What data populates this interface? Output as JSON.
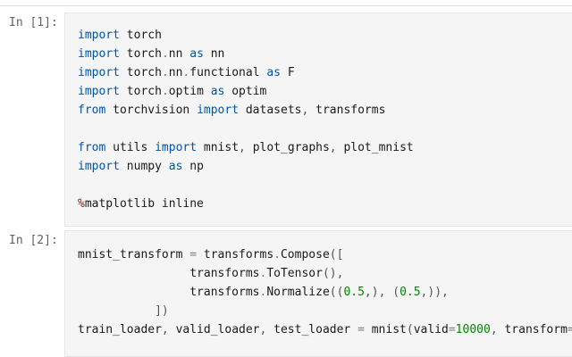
{
  "cells": [
    {
      "prompt": "In [1]:",
      "lines": [
        [
          {
            "t": "import",
            "c": "kw"
          },
          {
            "t": " torch",
            "c": "nm"
          }
        ],
        [
          {
            "t": "import",
            "c": "kw"
          },
          {
            "t": " torch",
            "c": "nm"
          },
          {
            "t": ".",
            "c": "op"
          },
          {
            "t": "nn ",
            "c": "nm"
          },
          {
            "t": "as",
            "c": "kw"
          },
          {
            "t": " nn",
            "c": "nm"
          }
        ],
        [
          {
            "t": "import",
            "c": "kw"
          },
          {
            "t": " torch",
            "c": "nm"
          },
          {
            "t": ".",
            "c": "op"
          },
          {
            "t": "nn",
            "c": "nm"
          },
          {
            "t": ".",
            "c": "op"
          },
          {
            "t": "functional ",
            "c": "nm"
          },
          {
            "t": "as",
            "c": "kw"
          },
          {
            "t": " F",
            "c": "nm"
          }
        ],
        [
          {
            "t": "import",
            "c": "kw"
          },
          {
            "t": " torch",
            "c": "nm"
          },
          {
            "t": ".",
            "c": "op"
          },
          {
            "t": "optim ",
            "c": "nm"
          },
          {
            "t": "as",
            "c": "kw"
          },
          {
            "t": " optim",
            "c": "nm"
          }
        ],
        [
          {
            "t": "from",
            "c": "kw"
          },
          {
            "t": " torchvision ",
            "c": "nm"
          },
          {
            "t": "import",
            "c": "kw"
          },
          {
            "t": " datasets",
            "c": "nm"
          },
          {
            "t": ",",
            "c": "pn"
          },
          {
            "t": " transforms",
            "c": "nm"
          }
        ],
        [],
        [
          {
            "t": "from",
            "c": "kw"
          },
          {
            "t": " utils ",
            "c": "nm"
          },
          {
            "t": "import",
            "c": "kw"
          },
          {
            "t": " mnist",
            "c": "nm"
          },
          {
            "t": ",",
            "c": "pn"
          },
          {
            "t": " plot_graphs",
            "c": "nm"
          },
          {
            "t": ",",
            "c": "pn"
          },
          {
            "t": " plot_mnist",
            "c": "nm"
          }
        ],
        [
          {
            "t": "import",
            "c": "kw"
          },
          {
            "t": " numpy ",
            "c": "nm"
          },
          {
            "t": "as",
            "c": "kw"
          },
          {
            "t": " np",
            "c": "nm"
          }
        ],
        [],
        [
          {
            "t": "%",
            "c": "mg"
          },
          {
            "t": "matplotlib inline",
            "c": "nm"
          }
        ]
      ]
    },
    {
      "prompt": "In [2]:",
      "lines": [
        [
          {
            "t": "mnist_transform ",
            "c": "nm"
          },
          {
            "t": "=",
            "c": "op"
          },
          {
            "t": " transforms",
            "c": "nm"
          },
          {
            "t": ".",
            "c": "op"
          },
          {
            "t": "Compose",
            "c": "nm"
          },
          {
            "t": "([",
            "c": "pn"
          }
        ],
        [
          {
            "t": "                transforms",
            "c": "nm"
          },
          {
            "t": ".",
            "c": "op"
          },
          {
            "t": "ToTensor",
            "c": "nm"
          },
          {
            "t": "(),",
            "c": "pn"
          }
        ],
        [
          {
            "t": "                transforms",
            "c": "nm"
          },
          {
            "t": ".",
            "c": "op"
          },
          {
            "t": "Normalize",
            "c": "nm"
          },
          {
            "t": "((",
            "c": "pn"
          },
          {
            "t": "0.5",
            "c": "num"
          },
          {
            "t": ",), (",
            "c": "pn"
          },
          {
            "t": "0.5",
            "c": "num"
          },
          {
            "t": ",)),",
            "c": "pn"
          }
        ],
        [
          {
            "t": "           ])",
            "c": "pn"
          }
        ],
        [
          {
            "t": "train_loader",
            "c": "nm"
          },
          {
            "t": ",",
            "c": "pn"
          },
          {
            "t": " valid_loader",
            "c": "nm"
          },
          {
            "t": ",",
            "c": "pn"
          },
          {
            "t": " test_loader ",
            "c": "nm"
          },
          {
            "t": "=",
            "c": "op"
          },
          {
            "t": " mnist",
            "c": "nm"
          },
          {
            "t": "(",
            "c": "pn"
          },
          {
            "t": "valid",
            "c": "nm"
          },
          {
            "t": "=",
            "c": "op"
          },
          {
            "t": "10000",
            "c": "num"
          },
          {
            "t": ",",
            "c": "pn"
          },
          {
            "t": " transform",
            "c": "nm"
          },
          {
            "t": "=m",
            "c": "op"
          }
        ]
      ]
    }
  ]
}
